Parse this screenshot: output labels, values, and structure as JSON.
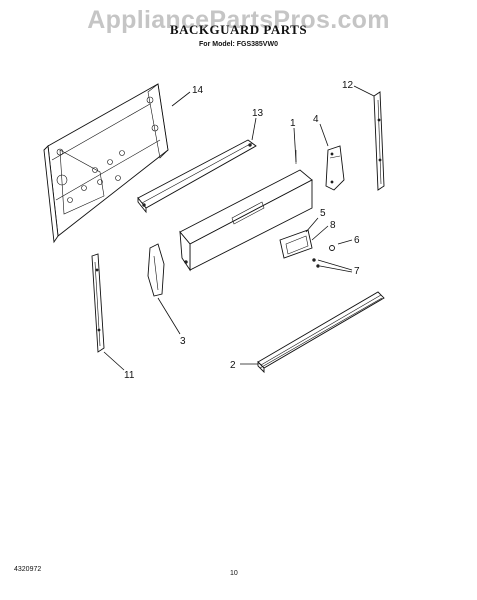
{
  "watermark": "AppliancePartsPros.com",
  "header": {
    "title": "BACKGUARD PARTS",
    "model_line": "For Model: FGS385VW0"
  },
  "footer": {
    "doc_number": "4320972",
    "page_number": "10"
  },
  "callouts": {
    "c1": "1",
    "c2": "2",
    "c3": "3",
    "c4": "4",
    "c5": "5",
    "c6": "6",
    "c7": "7",
    "c8": "8",
    "c11": "11",
    "c12": "12",
    "c13": "13",
    "c14": "14"
  }
}
